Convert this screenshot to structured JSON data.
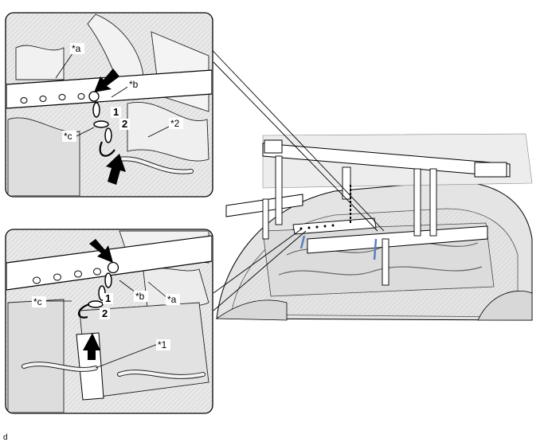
{
  "callouts_top": {
    "a": "*a",
    "b": "*b",
    "c": "*c",
    "two_star": "*2",
    "step1": "1",
    "step2": "2"
  },
  "callouts_bottom": {
    "a": "*a",
    "b": "*b",
    "c": "*c",
    "one_star": "*1",
    "step1": "1",
    "step2": "2"
  },
  "figure_code": "d",
  "colors": {
    "line": "#000000",
    "engine_fill": "#e6e6e6",
    "panel_fill": "#e9e9e9",
    "bar_fill": "#ffffff",
    "label_bg": "#ffffff",
    "accent_blue": "#5a7fc0"
  },
  "icons": [
    "arrow-icon",
    "chain-hook-icon",
    "engine-hanger-icon"
  ]
}
